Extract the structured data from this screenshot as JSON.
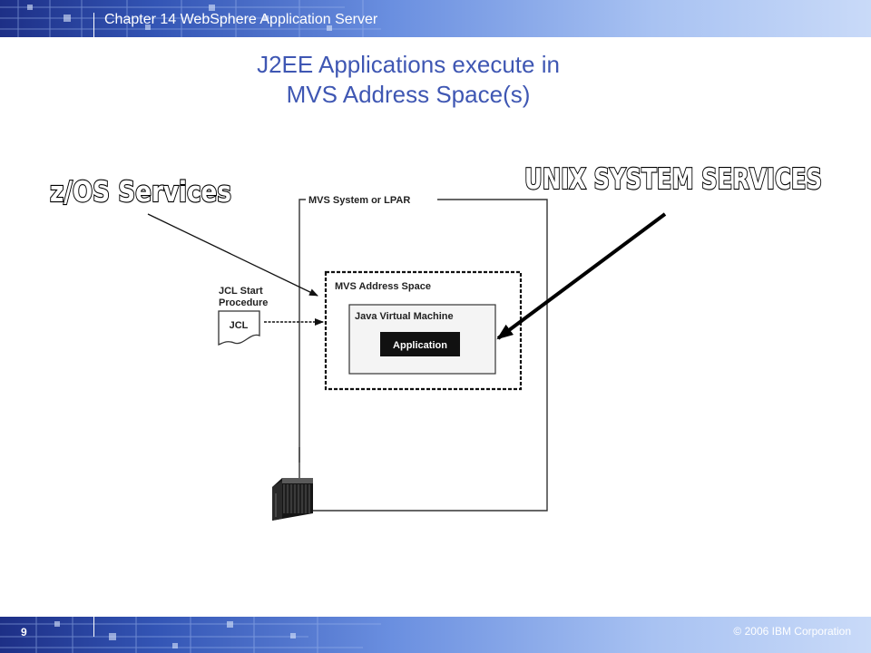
{
  "header": {
    "title": "Chapter 14 WebSphere Application Server"
  },
  "slide": {
    "title_line1": "J2EE Applications execute in",
    "title_line2": "MVS Address Space(s)"
  },
  "diagram": {
    "lpar_label": "MVS System or LPAR",
    "address_space_label": "MVS Address Space",
    "jvm_label": "Java Virtual Machine",
    "application_label": "Application",
    "jcl_label_line1": "JCL Start",
    "jcl_label_line2": "Procedure",
    "jcl_doc_label": "JCL",
    "zos_callout": "z/OS Services",
    "unix_callout": "UNIX SYSTEM SERVICES",
    "server_icon": "mainframe-server-icon"
  },
  "footer": {
    "page_number": "9",
    "copyright": "© 2006 IBM Corporation"
  },
  "colors": {
    "title": "#3f57b3",
    "band_dark": "#1d2f86",
    "band_light": "#c9daf8",
    "app_box": "#111111"
  }
}
